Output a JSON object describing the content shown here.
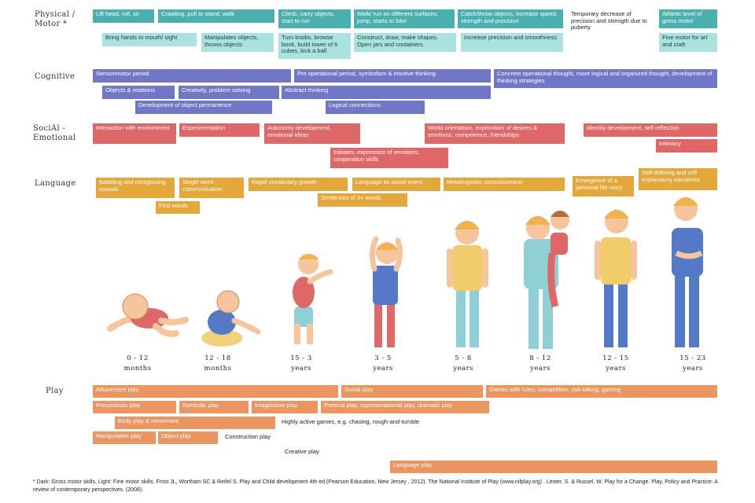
{
  "colors": {
    "motor": "#49b0ad",
    "motor_light": "#a9e2df",
    "cognitive": "#6f77c6",
    "social": "#e06767",
    "language": "#e4a73a",
    "play": "#eb9660",
    "skin": "#f6c59c",
    "hair": "#f0b34c"
  },
  "rows": {
    "physical": "Physical / Motor *",
    "cognitive": "Cognitive",
    "social": "SociAl - Emotional",
    "language": "Language",
    "play": "Play"
  },
  "physical": {
    "dark": [
      "Lift head, roll, sit",
      "Crawling, pull to stand, walk",
      "Climb, carry objects, start to run",
      "Walk/ run on different surfaces, jump, starts to bike",
      "Catch/throw objects, increase speed, strength and precision",
      "Athletic level of gross motor"
    ],
    "light": [
      "Bring hands to mouth/ sight",
      "Manipulates objects, throws objects",
      "Turn knobs, browse book, build tower of 6 cubes, kick a ball",
      "Construct, draw, make shapes. Open jars and containers",
      "Increase precision and smoothness",
      "Fine motor for art and craft"
    ],
    "plain": "Temporary decrease of precision and strength due to puberty"
  },
  "cognitive": [
    "Sensorimotor period",
    "Pre operational period, symbolism & intuitive thinking",
    "Concrete operational thought, more logical and organized thought, development of thinking strategies",
    "Objects & relations",
    "Creativity, problem solving",
    "Abstract thinking",
    "Development of object permanence",
    "Logical connections"
  ],
  "social": [
    "Interaction with environment",
    "Experimentation",
    "Autonomy development, emotional ideas",
    "World orientation, exploration of desires & emotions, competence, friendships",
    "Identity development, self reflection",
    "Initiates, expression of emotions, cooperation skills",
    "Intimacy"
  ],
  "language": [
    "Babbling and recognizing sounds",
    "Single word communication",
    "Rapid vocabulary growth",
    "Language as social event",
    "Metalinguistic consciousness",
    "Emergence of a personal life-story",
    "Self-defining and self explanatory narratives",
    "First words",
    "Sentences of 3+ words"
  ],
  "ages": [
    {
      "top": "0 - 12",
      "bottom": "months"
    },
    {
      "top": "12 - 18",
      "bottom": "months"
    },
    {
      "top": "15 - 3",
      "bottom": "years"
    },
    {
      "top": "3 - 5",
      "bottom": "years"
    },
    {
      "top": "5 - 8",
      "bottom": "years"
    },
    {
      "top": "8 - 12",
      "bottom": "years"
    },
    {
      "top": "12 - 15",
      "bottom": "years"
    },
    {
      "top": "15 - 23",
      "bottom": "years"
    }
  ],
  "play": {
    "bars": [
      "Attunement play",
      "Social play",
      "Games with rules, competition, risk-taking, gaming",
      "Presymbolic play",
      "Symbolic play",
      "Imaginative play",
      "Pretend play, representational play, dramatic play",
      "Body play & movement",
      "Manipulative play",
      "Object play",
      "Language play"
    ],
    "plain": [
      "Highly active games, e.g. chasing, rough-and-tumble",
      "Construction play",
      "Creative play"
    ]
  },
  "footnote": "* Dark: Gross motor skills, Light: Fine motor skills. Frost JL, Wortham SC & Reifel S. Play and Child development 4th ed.(Pearson Education, New Jersey , 2012). The National Institute of Play (www.nifplay.org) . Lester, S. & Russel, W. Play for a Change. Play, Policy and Practice: A review of contemporary perspectives. (2008)."
}
